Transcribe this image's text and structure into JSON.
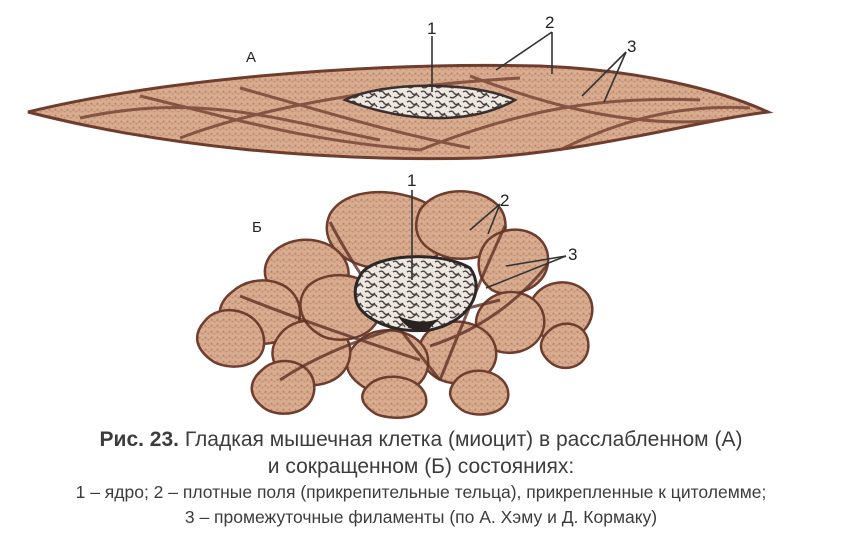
{
  "figure": {
    "panel_a_label": "А",
    "panel_b_label": "Б",
    "callouts_a": [
      "1",
      "2",
      "3"
    ],
    "callouts_b": [
      "1",
      "2",
      "3"
    ],
    "colors": {
      "cytoplasm": "#d4a98c",
      "cytoplasm_stroke": "#7a4a36",
      "filament": "#6b3b2e",
      "nucleus_bg": "#f2eee8",
      "nucleus_dark": "#3a3330"
    }
  },
  "caption": {
    "fig_label": "Рис. 23.",
    "line1_rest": " Гладкая мышечная клетка (миоцит) в расслабленном (А)",
    "line2": "и сокращенном (Б) состояниях:",
    "line3": "1 – ядро; 2 – плотные поля (прикрепительные тельца), прикрепленные к цитолемме;",
    "line4": "3 – промежуточные филаменты (по А. Хэму и Д. Кормаку)"
  }
}
